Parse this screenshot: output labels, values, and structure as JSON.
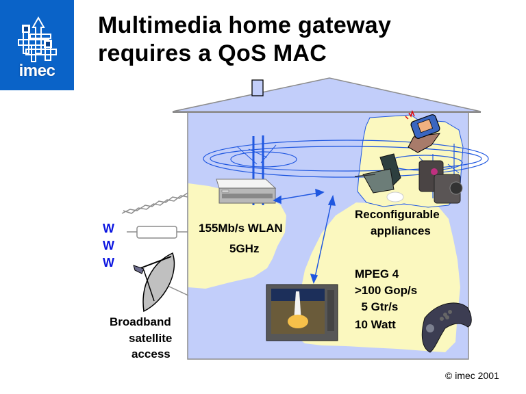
{
  "slide": {
    "title_line1": "Multimedia home gateway",
    "title_line2": "requires a QoS MAC",
    "logo_text": "imec",
    "copyright": "© imec 2001"
  },
  "labels": {
    "wlan_line1": "155Mb/s WLAN",
    "wlan_line2": "5GHz",
    "reconfig_line1": "Reconfigurable",
    "reconfig_line2": "appliances",
    "mpeg_lines": [
      "MPEG 4",
      ">100 Gop/s",
      "  5 Gtr/s",
      "10 Watt"
    ],
    "satellite_lines": [
      "Broadband",
      "satellite",
      "access"
    ],
    "www": [
      "W",
      "W",
      "W"
    ]
  },
  "icons": {
    "logo": "imec-building-logo-icon",
    "gateway": "set-top-box-icon",
    "tv": "television-icon",
    "watch": "smart-watch-icon",
    "pda": "pda-icon",
    "camera": "camera-icon",
    "gamepad": "gamepad-icon",
    "dish": "satellite-dish-icon",
    "cable": "coax-cable-icon",
    "phone_line": "twisted-pair-icon"
  },
  "colors": {
    "house_fill": "#c2cefa",
    "zone_fill": "#fbf8bf",
    "wireless": "#1f57e0",
    "logo_bg": "#0a63c8",
    "www_text": "#0a14e0"
  }
}
